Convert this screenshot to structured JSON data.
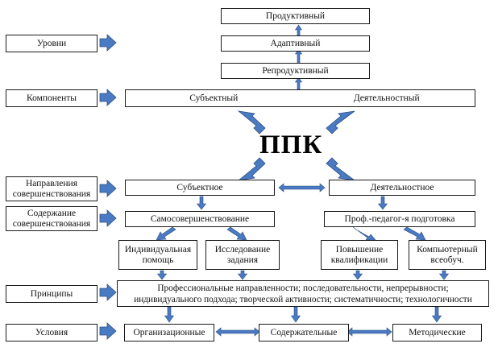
{
  "colors": {
    "arrow_fill": "#4a7ac2",
    "arrow_stroke": "#2c4f86",
    "box_border": "#1a1a1a"
  },
  "center": {
    "title": "ППК"
  },
  "left": {
    "levels": "Уровни",
    "components": "Компоненты",
    "directions": "Направления совершенствования",
    "content": "Содержание совершенствования",
    "principles": "Принципы",
    "conditions": "Условия"
  },
  "levels": {
    "productive": "Продуктивный",
    "adaptive": "Адаптивный",
    "reproductive": "Репродуктивный"
  },
  "components": {
    "subject": "Субъектный",
    "activity": "Деятельностный"
  },
  "directions": {
    "subject": "Субъектное",
    "activity": "Деятельностное"
  },
  "content": {
    "self_improvement": "Самосовершенствование",
    "prof_training": "Проф.-педагог-я подготовка",
    "individual_help": "Индивидуальная помощь",
    "research": "Исследование задания",
    "qualification": "Повышение квалификации",
    "computer": "Компьютерный всеобуч."
  },
  "principles": {
    "line1": "Профессиональные направленности; последовательности, непрерывности;",
    "line2": "индивидуального подхода; творческой активности; систематичности; технологичности"
  },
  "conditions": {
    "organizational": "Организационные",
    "content": "Содержательные",
    "methodical": "Методические"
  }
}
